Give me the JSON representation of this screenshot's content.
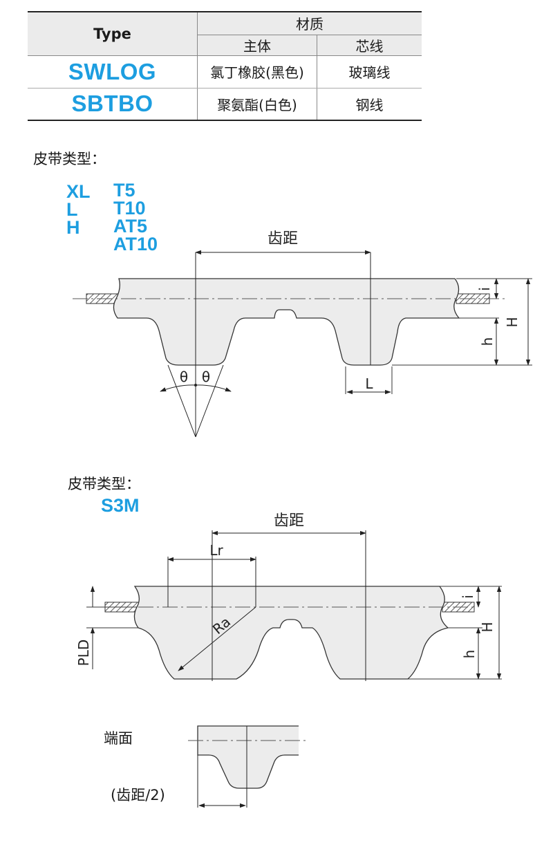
{
  "table": {
    "type_header": "Type",
    "material_header": "材质",
    "body_header": "主体",
    "core_header": "芯线",
    "rows": [
      {
        "type": "SWLOG",
        "body": "氯丁橡胶(黑色)",
        "core": "玻璃线"
      },
      {
        "type": "SBTBO",
        "body": "聚氨酯(白色)",
        "core": "钢线"
      }
    ]
  },
  "diagram1": {
    "belt_type_label": "皮带类型：",
    "types_col1": [
      "XL",
      "L",
      "H"
    ],
    "types_col2": [
      "T5",
      "T10",
      "AT5",
      "AT10"
    ],
    "pitch_label": "齿距",
    "dim_i": "i",
    "dim_H": "H",
    "dim_h": "h",
    "dim_L": "L",
    "theta": "θ"
  },
  "diagram2": {
    "belt_type_label": "皮带类型：",
    "type": "S3M",
    "pitch_label": "齿距",
    "dim_Lr": "Lr",
    "dim_Ra": "Ra",
    "dim_PLD": "PLD",
    "dim_i": "i",
    "dim_H": "H",
    "dim_h": "h"
  },
  "end_face": {
    "label": "端面",
    "half_pitch_label": "(齿距/2)"
  },
  "colors": {
    "accent_blue": "#1d9ee0",
    "belt_fill": "#ececec",
    "header_bg": "#ebebeb"
  }
}
